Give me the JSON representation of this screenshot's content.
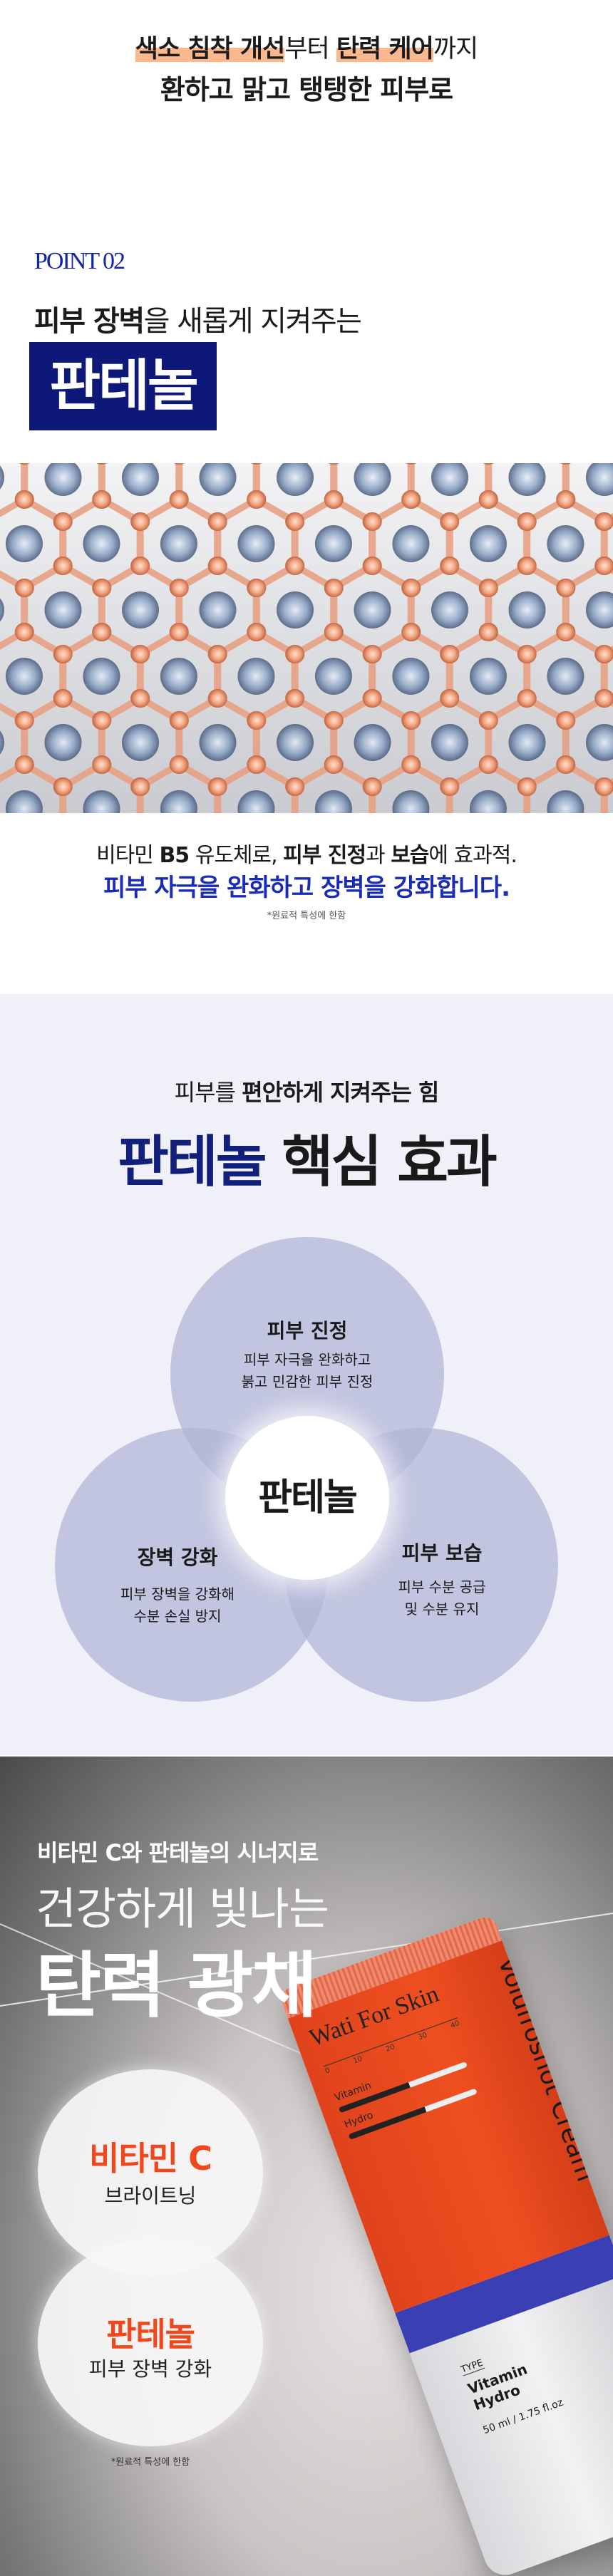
{
  "intro": {
    "line1_hl1": "색소 침착 개선",
    "line1_mid": "부터 ",
    "line1_hl2": "탄력 케어",
    "line1_end": "까지",
    "line2": "환하고 맑고 탱탱한 피부로"
  },
  "point": {
    "label": "POINT 02",
    "heading_bold": "피부 장벽",
    "heading_rest": "을 새롭게 지켜주는",
    "badge": "판테놀"
  },
  "desc": {
    "l1_a": "비타민 ",
    "l1_b": "B5",
    "l1_c": " 유도체로, ",
    "l1_d": "피부 진정",
    "l1_e": "과 ",
    "l1_f": "보습",
    "l1_g": "에 효과적.",
    "line2": "피부 자극을 완화하고 장벽을 강화합니다.",
    "footnote": "*원료적 특성에 한함"
  },
  "effects": {
    "sub_a": "피부를 ",
    "sub_b": "편안하게 지켜주는 힘",
    "title_a": "판테놀",
    "title_b": " 핵심 효과",
    "center": "판테놀",
    "items": [
      {
        "title": "피부 진정",
        "desc1": "피부 자극을 완화하고",
        "desc2": "붉고 민감한 피부 진정"
      },
      {
        "title": "장벽 강화",
        "desc1": "피부 장벽을 강화해",
        "desc2": "수분 손실 방지"
      },
      {
        "title": "피부 보습",
        "desc1": "피부 수분 공급",
        "desc2": "및 수분 유지"
      }
    ]
  },
  "synergy": {
    "line1": "비타민 C와 판테놀의 시너지로",
    "line2": "건강하게 빛나는",
    "line3": "탄력 광채",
    "items": [
      {
        "title": "비타민 C",
        "sub": "브라이트닝"
      },
      {
        "title": "판테놀",
        "sub": "피부 장벽 강화"
      }
    ],
    "footnote": "*원료적 특성에 한함"
  },
  "product": {
    "brand": "Wati For Skin",
    "name": "Volufroshot Cream",
    "scale": [
      "0",
      "10",
      "20",
      "30",
      "40"
    ],
    "bar1": "Vitamin",
    "bar2": "Hydro",
    "type_label": "TYPE",
    "type_value1": "Vitamin",
    "type_value2": "Hydro",
    "volume": "50 ml / 1.75 fl.oz"
  },
  "colors": {
    "navy": "#0d1878",
    "blue": "#1a2bb5",
    "orange": "#f0481c",
    "highlight": "#fbb88e",
    "lavender": "#eff0f8"
  }
}
